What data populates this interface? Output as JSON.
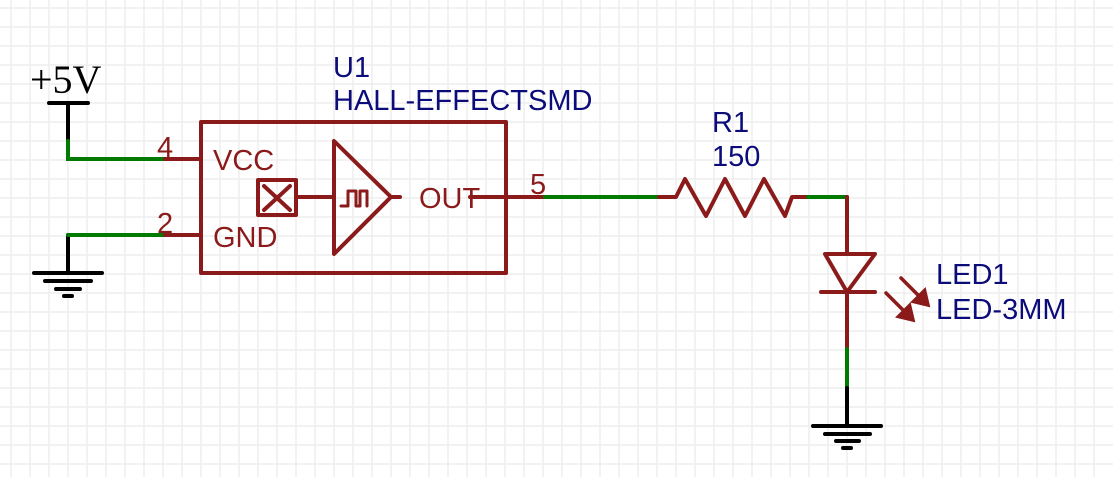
{
  "schematic": {
    "colors": {
      "part": "#8b1a1a",
      "net": "#007a00",
      "supply": "#000000",
      "label": "#0b0b7a",
      "grid": "#eeeeee",
      "background": "#ffffff"
    },
    "supply": {
      "vcc_label": "+5V",
      "gnd_symbol_count": 2
    },
    "u1": {
      "name": "U1",
      "value": "HALL-EFFECTSMD",
      "pins": [
        {
          "number": "4",
          "name": "VCC"
        },
        {
          "number": "2",
          "name": "GND"
        },
        {
          "number": "5",
          "name": "OUT"
        }
      ]
    },
    "r1": {
      "name": "R1",
      "value": "150"
    },
    "led1": {
      "name": "LED1",
      "value": "LED-3MM"
    }
  }
}
